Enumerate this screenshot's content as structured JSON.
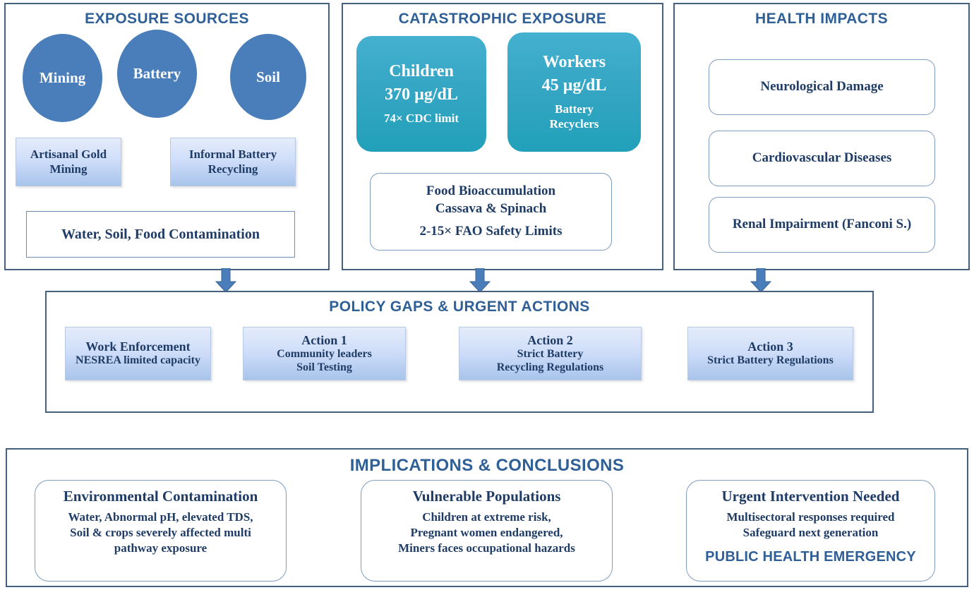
{
  "panels": {
    "exposure": {
      "title": "EXPOSURE SOURCES",
      "circles": [
        {
          "label": "Mining"
        },
        {
          "label": "Battery"
        },
        {
          "label": "Soil"
        }
      ],
      "chips": [
        {
          "line1": "Artisanal Gold",
          "line2": "Mining"
        },
        {
          "line1": "Informal Battery",
          "line2": "Recycling"
        }
      ],
      "contamination": "Water, Soil, Food Contamination"
    },
    "catastrophic": {
      "title": "CATASTROPHIC EXPOSURE",
      "cards": [
        {
          "head": "Children",
          "value": "370 µg/dL",
          "sub1": "74× CDC limit",
          "sub2": ""
        },
        {
          "head": "Workers",
          "value": "45 µg/dL",
          "sub1": "Battery",
          "sub2": "Recyclers"
        }
      ],
      "food": {
        "line1": "Food Bioaccumulation",
        "line2": "Cassava & Spinach",
        "line3": "2-15× FAO Safety Limits"
      }
    },
    "health": {
      "title": "HEALTH IMPACTS",
      "items": [
        {
          "label": "Neurological Damage"
        },
        {
          "label": "Cardiovascular Diseases"
        },
        {
          "label": "Renal Impairment (Fanconi S.)"
        }
      ]
    },
    "policy": {
      "title": "POLICY GAPS & URGENT ACTIONS",
      "chips": [
        {
          "head": "Work Enforcement",
          "line1": "NESREA limited capacity",
          "line2": ""
        },
        {
          "head": "Action 1",
          "line1": "Community leaders",
          "line2": "Soil Testing"
        },
        {
          "head": "Action 2",
          "line1": "Strict Battery",
          "line2": "Recycling Regulations"
        },
        {
          "head": "Action 3",
          "line1": "Strict Battery Regulations",
          "line2": ""
        }
      ]
    },
    "implications": {
      "title": "IMPLICATIONS & CONCLUSIONS",
      "boxes": [
        {
          "head": "Environmental Contamination",
          "line1": "Water, Abnormal pH, elevated TDS,",
          "line2": "Soil & crops severely affected multi",
          "line3": "pathway exposure",
          "emphasis": ""
        },
        {
          "head": "Vulnerable Populations",
          "line1": "Children at extreme risk,",
          "line2": "Pregnant women endangered,",
          "line3": "Miners faces occupational hazards",
          "emphasis": ""
        },
        {
          "head": "Urgent Intervention Needed",
          "line1": "Multisectoral responses required",
          "line2": "Safeguard next generation",
          "line3": "",
          "emphasis": "PUBLIC HEALTH EMERGENCY"
        }
      ]
    }
  },
  "arrows": {
    "icon": "arrow-down-icon",
    "color": "#4a7ebb"
  },
  "colors": {
    "title_blue": "#2e5f96",
    "circle_blue": "#4a7ebb",
    "teal": "#35a6c4",
    "text_navy": "#1f3c66",
    "panel_border": "#44607c"
  }
}
